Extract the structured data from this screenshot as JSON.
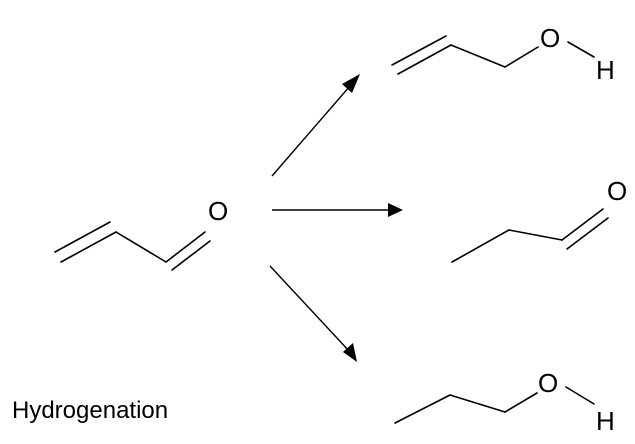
{
  "reaction": {
    "caption": "Hydrogenation",
    "reactant": {
      "oxygen_label": "O"
    },
    "products": [
      {
        "oxygen_label": "O",
        "hydrogen_label": "H"
      },
      {
        "oxygen_label": "O"
      },
      {
        "oxygen_label": "O",
        "hydrogen_label": "H"
      }
    ]
  },
  "colors": {
    "ink": "#000000",
    "background": "#ffffff"
  }
}
